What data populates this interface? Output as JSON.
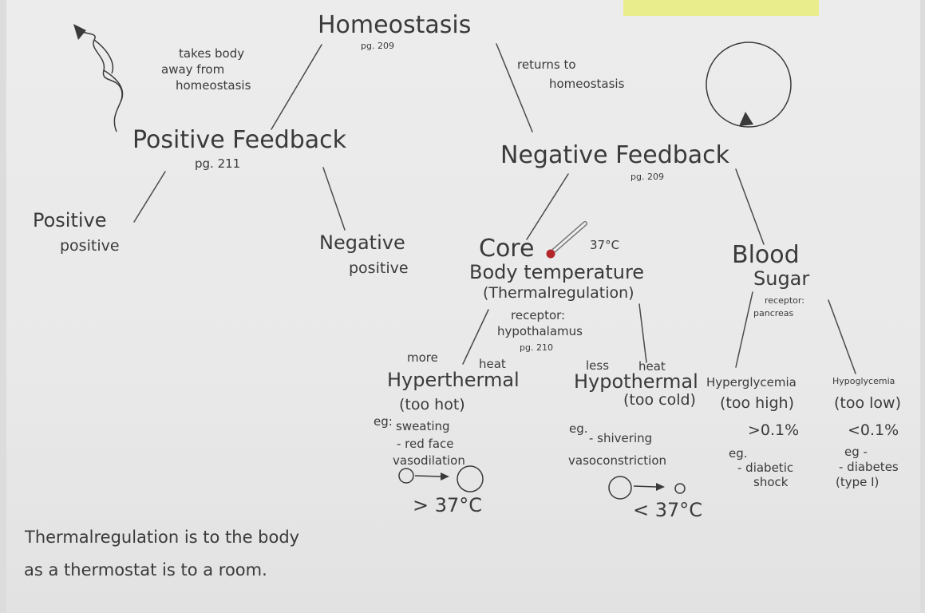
{
  "root": {
    "title": "Homeostasis",
    "page": "pg. 209"
  },
  "positive": {
    "note": [
      "takes body",
      "away from",
      "homeostasis"
    ],
    "title": "Positive Feedback",
    "page": "pg. 211",
    "left": [
      "Positive",
      "positive"
    ],
    "right": [
      "Negative",
      "positive"
    ]
  },
  "negative": {
    "note": [
      "returns to",
      "homeostasis"
    ],
    "title": "Negative Feedback",
    "page": "pg. 209"
  },
  "core": {
    "line1": "Core",
    "temp": "37°C",
    "line2": "Body temperature",
    "line3": "(Thermalregulation)",
    "receptor": [
      "receptor:",
      "hypothalamus",
      "pg. 210"
    ]
  },
  "hyper": {
    "more": "more",
    "heat": "heat",
    "title": "Hyperthermal",
    "sub": "(too hot)",
    "eg": "eg:",
    "effects": [
      "sweating",
      "- red face",
      "vasodilation"
    ],
    "threshold": "> 37°C"
  },
  "hypo": {
    "less": "less",
    "heat": "heat",
    "title": "Hypothermal",
    "sub": "(too cold)",
    "eg": "eg.",
    "effects": [
      "- shivering",
      "vasoconstriction"
    ],
    "threshold": "< 37°C"
  },
  "blood": {
    "title": [
      "Blood",
      "Sugar"
    ],
    "receptor": [
      "receptor:",
      "pancreas"
    ]
  },
  "hyperg": {
    "title": "Hyperglycemia",
    "sub": "(too high)",
    "threshold": ">0.1%",
    "eg": [
      "eg.",
      "- diabetic",
      "shock"
    ]
  },
  "hypog": {
    "title": "Hypoglycemia",
    "sub": "(too low)",
    "threshold": "<0.1%",
    "eg": [
      "eg -",
      "- diabetes",
      "(type I)"
    ]
  },
  "footer": [
    "Thermalregulation is to the body",
    "as a thermostat is to a room."
  ],
  "colors": {
    "paper": "#ebebeb",
    "ink": "#3a3a3a",
    "sticky_note": "#eaed8b",
    "thermometer_bulb": "#b3262a"
  }
}
